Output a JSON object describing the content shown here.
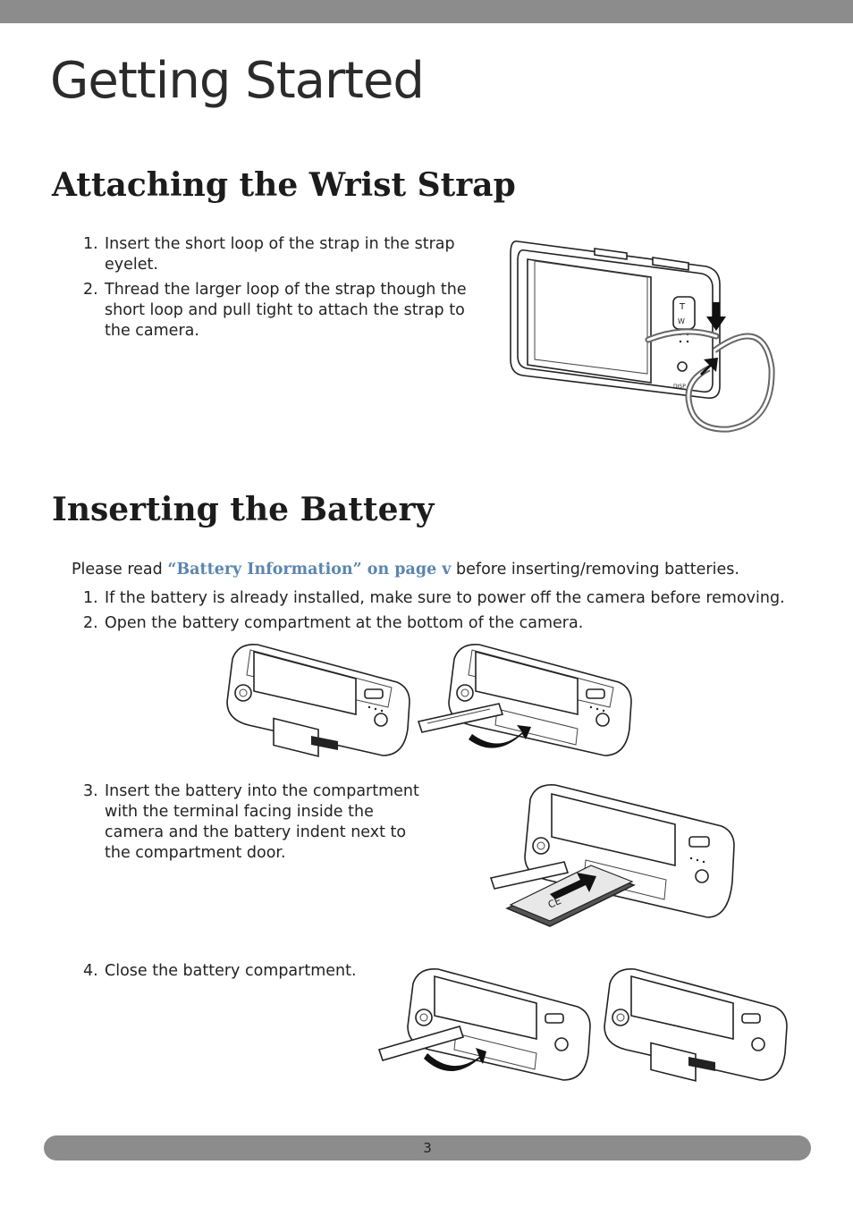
{
  "page": {
    "title": "Getting Started",
    "page_number": "3"
  },
  "wrist_strap": {
    "heading": "Attaching the Wrist Strap",
    "steps": [
      {
        "num": "1.",
        "text": "Insert the short loop of the strap in the strap eyelet."
      },
      {
        "num": "2.",
        "text": "Thread the larger loop of the strap though the short loop and pull tight to attach the strap to the camera."
      }
    ]
  },
  "battery": {
    "heading": "Inserting the Battery",
    "note_prefix": "Please read ",
    "note_link": "“Battery Information” on page v",
    "note_suffix": " before inserting/removing batteries.",
    "steps": [
      {
        "num": "1.",
        "text": "If the battery is already installed, make sure to power off the camera before removing."
      },
      {
        "num": "2.",
        "text": "Open the battery compartment at the bottom of the camera."
      },
      {
        "num": "3.",
        "text": "Insert the battery into the compartment with the terminal facing inside the camera and the battery indent next to the compartment door."
      },
      {
        "num": "4.",
        "text": "Close the battery compartment."
      }
    ]
  },
  "colors": {
    "bar": "#8c8c8c",
    "link": "#5a86b0"
  }
}
